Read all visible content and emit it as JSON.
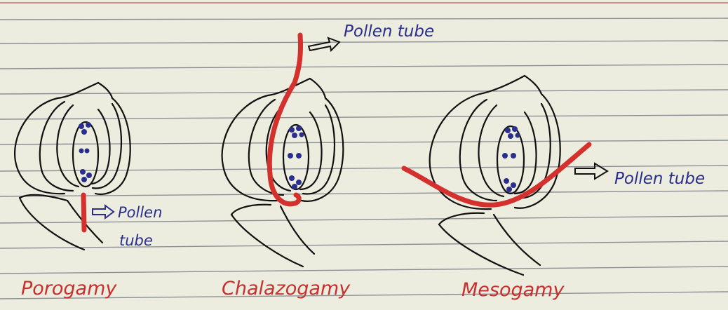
{
  "colors": {
    "paper": "#ececdf",
    "rule_line": "#8c8f96",
    "margin_line": "#d98a8a",
    "ink": "#111111",
    "pollen_tube": "#d3302e",
    "label_ink": "#2a2e8c",
    "caption_ink": "#c8302d"
  },
  "diagrams": [
    {
      "id": "porogamy",
      "caption": "Porogamy",
      "pollen_tube_label_line1": "Pollen",
      "pollen_tube_label_line2": "tube"
    },
    {
      "id": "chalazogamy",
      "caption": "Chalazogamy",
      "pollen_tube_label": "Pollen tube"
    },
    {
      "id": "mesogamy",
      "caption": "Mesogamy",
      "pollen_tube_label": "Pollen tube"
    }
  ]
}
